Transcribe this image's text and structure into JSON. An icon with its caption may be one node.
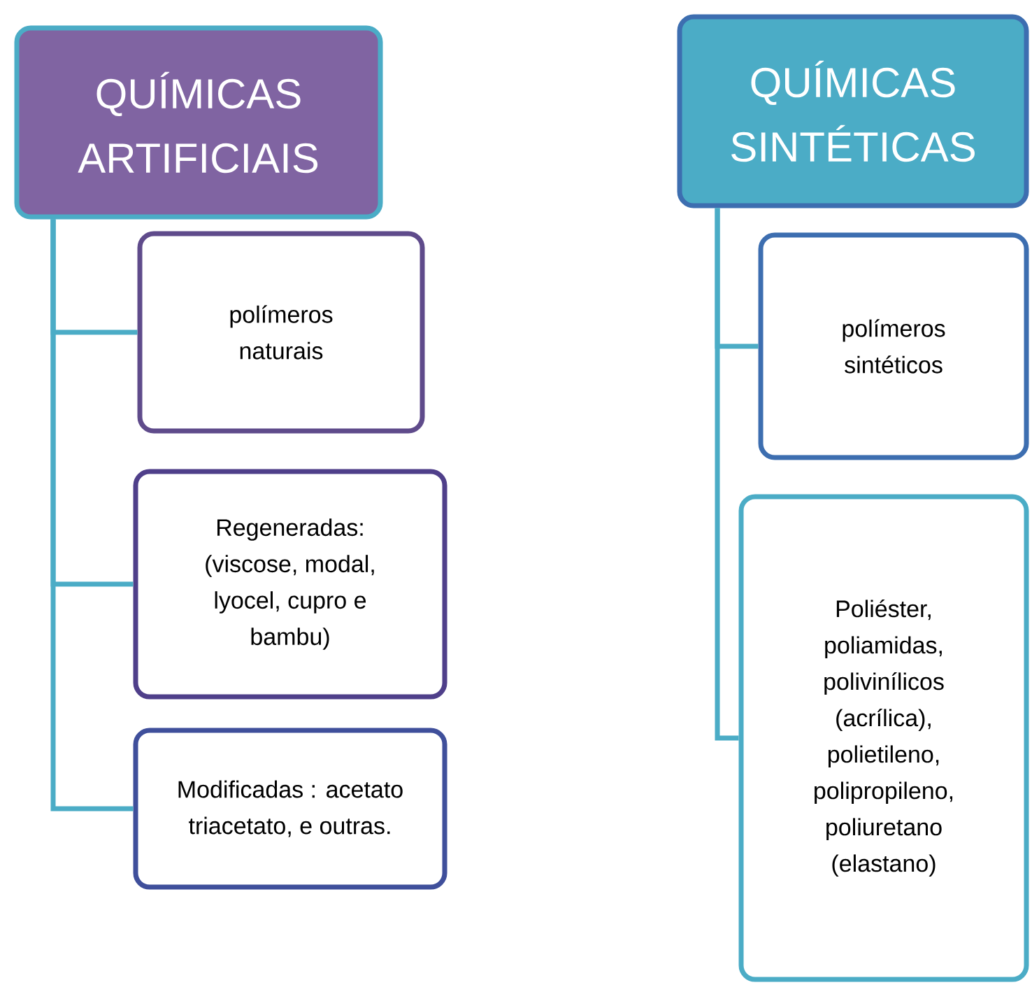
{
  "diagram": {
    "nodes": [
      {
        "text": [
          "QUÍMICAS ARTIFICIAIS"
        ]
      },
      {
        "text": [
          "polímeros naturais"
        ]
      },
      {
        "text": [
          "Regeneradas: (viscose, modal, lyocel, cupro e bambu)"
        ]
      },
      {
        "text": [
          "Modificadas : acetato triacetato, e outras."
        ]
      },
      {
        "text": [
          "QUÍMICAS SINTÉTICAS"
        ]
      },
      {
        "text": [
          "polímeros sintéticos"
        ]
      },
      {
        "text": [
          "Poliéster, poliamidas, polivinílicos (acrílica), polietileno, polipropileno, poliuretano (elastano)"
        ]
      }
    ],
    "edges": [
      {
        "from": 0,
        "to": 1,
        "arrow": "none"
      },
      {
        "from": 0,
        "to": 2,
        "arrow": "none"
      },
      {
        "from": 0,
        "to": 3,
        "arrow": "none"
      },
      {
        "from": 4,
        "to": 5,
        "arrow": "none"
      },
      {
        "from": 4,
        "to": 6,
        "arrow": "none"
      }
    ]
  }
}
